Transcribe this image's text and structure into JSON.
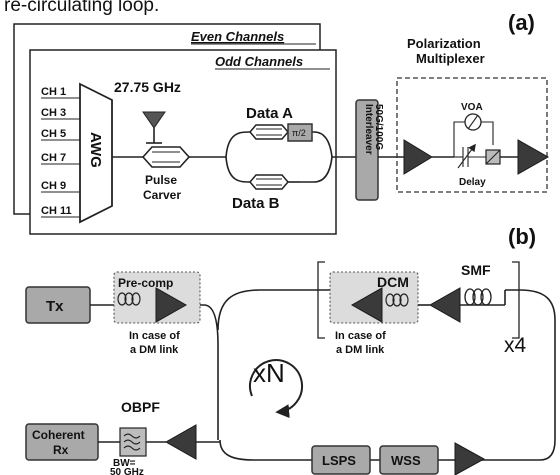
{
  "top_fragment": "re-circulating loop.",
  "panel_a": {
    "label": "(a)",
    "even_channels": "Even Channels",
    "odd_channels": "Odd Channels",
    "channels": [
      "CH 1",
      "CH 3",
      "CH 5",
      "CH 7",
      "CH 9",
      "CH 11"
    ],
    "awg": "AWG",
    "frequency": "27.75 GHz",
    "pulse_carver": [
      "Pulse",
      "Carver"
    ],
    "data_a": "Data A",
    "data_b": "Data B",
    "phase": "π/2",
    "interleaver": [
      "Interleaver",
      "50G/100G"
    ],
    "polarization_multiplexer": [
      "Polarization",
      "Multiplexer"
    ],
    "voa": "VOA",
    "delay": "Delay"
  },
  "panel_b": {
    "label": "(b)",
    "tx": "Tx",
    "pre_comp": "Pre-comp",
    "in_case_dm_link": [
      "In case of",
      "a DM link"
    ],
    "dcm": "DCM",
    "smf": "SMF",
    "repeat": "x4",
    "loop_count": "xN",
    "obpf": "OBPF",
    "coherent_rx": [
      "Coherent",
      "Rx"
    ],
    "bw": [
      "BW=",
      "50 GHz"
    ],
    "lsps": "LSPS",
    "wss": "WSS"
  }
}
